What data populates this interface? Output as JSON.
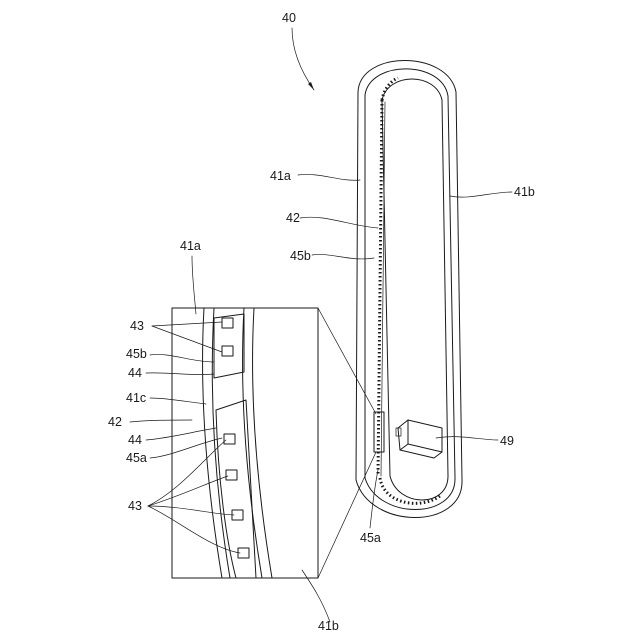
{
  "labels": {
    "fig_ref": "40",
    "frame_top": "41a",
    "frame_ref": "41a",
    "led_strip": "42",
    "strip_edge_b": "45b",
    "panel": "41b",
    "box": "49",
    "strip_edge_a": "45a",
    "detail_frame": "41a",
    "detail_led": "43",
    "detail_edge_b": "45b",
    "detail_sub_upper": "44",
    "detail_inner": "41c",
    "detail_strip": "42",
    "detail_sub_lower": "44",
    "detail_edge_a": "45a",
    "detail_leds_lower": "43",
    "detail_panel": "41b"
  }
}
